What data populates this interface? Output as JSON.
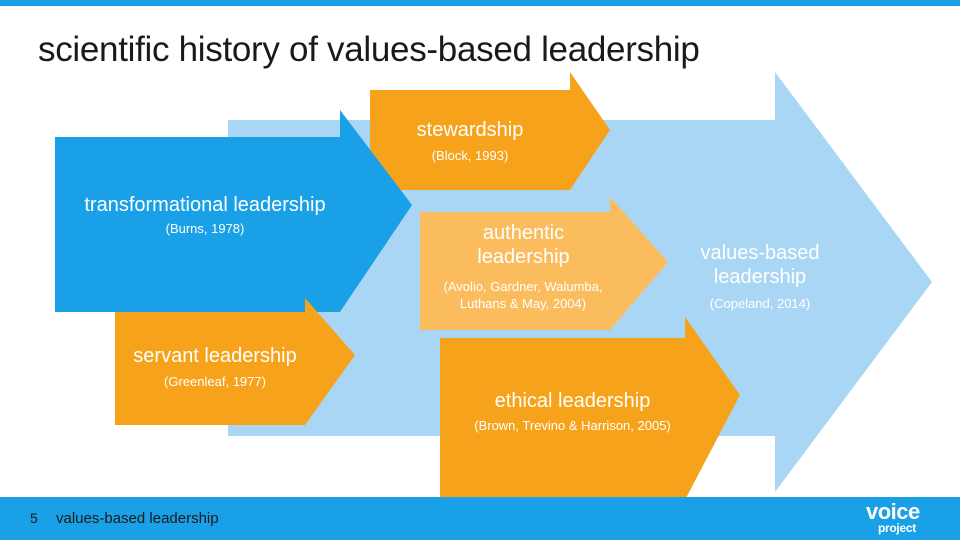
{
  "header": {
    "title": "scientific history of values-based leadership"
  },
  "diagram": {
    "values_based": {
      "label": "values-based leadership",
      "citation": "(Copeland, 2014)"
    },
    "stewardship": {
      "label": "stewardship",
      "citation": "(Block, 1993)"
    },
    "transformational": {
      "label": "transformational leadership",
      "citation": "(Burns, 1978)"
    },
    "authentic": {
      "label": "authentic leadership",
      "citation": "(Avolio, Gardner, Walumba, Luthans & May, 2004)"
    },
    "servant": {
      "label": "servant leadership",
      "citation": "(Greenleaf, 1977)"
    },
    "ethical": {
      "label": "ethical leadership",
      "citation": "(Brown, Trevino & Harrison, 2005)"
    }
  },
  "colors": {
    "light_blue": "#a9d6f5",
    "blue": "#1aa0e6",
    "orange": "#f7a21b",
    "light_orange": "#fbbc5e"
  },
  "footer": {
    "page_number": "5",
    "title": "values-based leadership"
  },
  "logo": {
    "text_top": "voice",
    "text_bottom": "project"
  }
}
